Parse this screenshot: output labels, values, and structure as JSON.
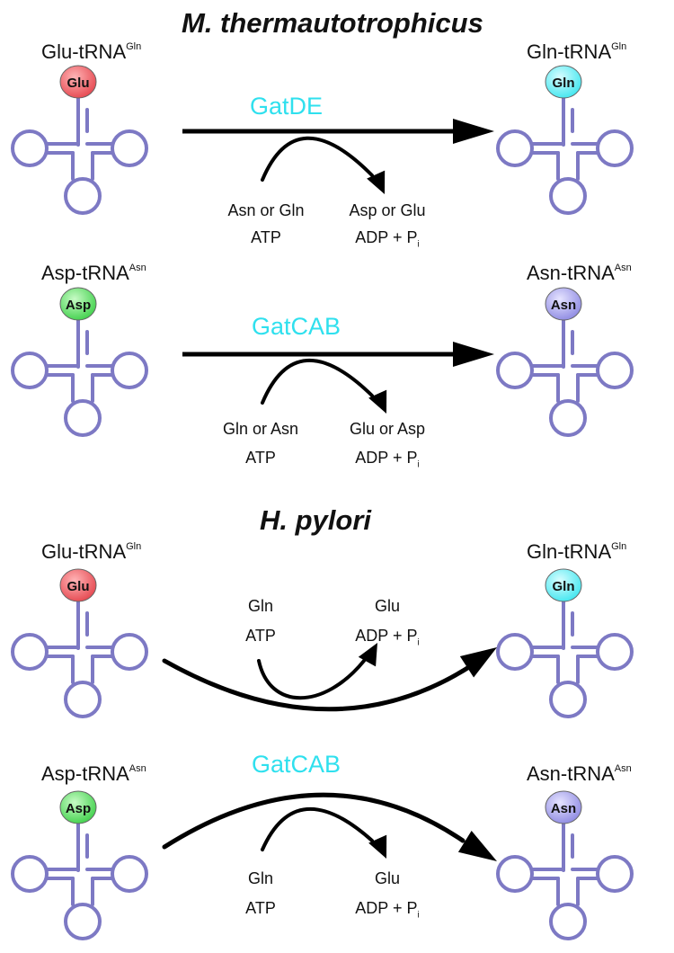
{
  "colors": {
    "trna": "#7d79c4",
    "enzyme": "#2fe0ee",
    "arrow": "#000000",
    "glu": "#e5464e",
    "gln": "#3fe6ef",
    "asp": "#3fd04a",
    "asn": "#8d89e2"
  },
  "section_mt": {
    "title": "M. thermautotrophicus"
  },
  "section_hp": {
    "title": "H. pylori"
  },
  "mt_gln": {
    "left_base": "Glu-tRNA",
    "left_sup": "Gln",
    "left_aa": "Glu",
    "right_base": "Gln-tRNA",
    "right_sup": "Gln",
    "right_aa": "Gln",
    "enzyme": "GatDE",
    "donor": "Asn or Gln",
    "cofactor": "ATP",
    "product": "Asp or Glu",
    "byproduct_base": "ADP + P",
    "byproduct_sub": "i"
  },
  "mt_asn": {
    "left_base": "Asp-tRNA",
    "left_sup": "Asn",
    "left_aa": "Asp",
    "right_base": "Asn-tRNA",
    "right_sup": "Asn",
    "right_aa": "Asn",
    "enzyme": "GatCAB",
    "donor": "Gln or Asn",
    "cofactor": "ATP",
    "product": "Glu or Asp",
    "byproduct_base": "ADP + P",
    "byproduct_sub": "i"
  },
  "hp_gln": {
    "left_base": "Glu-tRNA",
    "left_sup": "Gln",
    "left_aa": "Glu",
    "right_base": "Gln-tRNA",
    "right_sup": "Gln",
    "right_aa": "Gln",
    "donor": "Gln",
    "cofactor": "ATP",
    "product": "Glu",
    "byproduct_base": "ADP + P",
    "byproduct_sub": "i"
  },
  "hp_asn": {
    "left_base": "Asp-tRNA",
    "left_sup": "Asn",
    "left_aa": "Asp",
    "right_base": "Asn-tRNA",
    "right_sup": "Asn",
    "right_aa": "Asn",
    "enzyme": "GatCAB",
    "donor": "Gln",
    "cofactor": "ATP",
    "product": "Glu",
    "byproduct_base": "ADP + P",
    "byproduct_sub": "i"
  }
}
